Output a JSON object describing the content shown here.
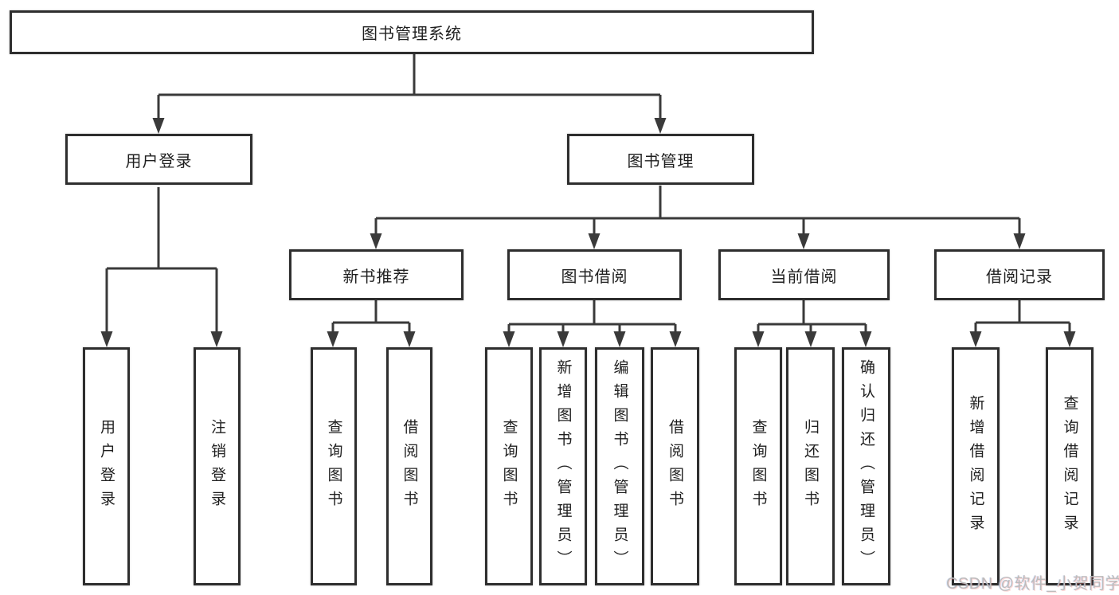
{
  "diagram": {
    "type": "hierarchy-tree",
    "root": {
      "label": "图书管理系统"
    },
    "level2": [
      {
        "label": "用户登录",
        "children": [
          {
            "label": "用户登录"
          },
          {
            "label": "注销登录"
          }
        ]
      },
      {
        "label": "图书管理",
        "children": [
          {
            "label": "新书推荐",
            "children": [
              {
                "label": "查询图书"
              },
              {
                "label": "借阅图书"
              }
            ]
          },
          {
            "label": "图书借阅",
            "children": [
              {
                "label": "查询图书"
              },
              {
                "label": "新增图书（管理员）"
              },
              {
                "label": "编辑图书（管理员）"
              },
              {
                "label": "借阅图书"
              }
            ]
          },
          {
            "label": "当前借阅",
            "children": [
              {
                "label": "查询图书"
              },
              {
                "label": "归还图书"
              },
              {
                "label": "确认归还（管理员）"
              }
            ]
          },
          {
            "label": "借阅记录",
            "children": [
              {
                "label": "新增借阅记录"
              },
              {
                "label": "查询借阅记录"
              }
            ]
          }
        ]
      }
    ]
  },
  "watermark": {
    "text": "CSDN @软件_小贺同学"
  },
  "colors": {
    "background": "#ffffff",
    "box_border": "#2e2e2e",
    "connector_line": "#3a3a3a",
    "text": "#1f1f1f",
    "watermark_text": "#bcbcbc"
  }
}
